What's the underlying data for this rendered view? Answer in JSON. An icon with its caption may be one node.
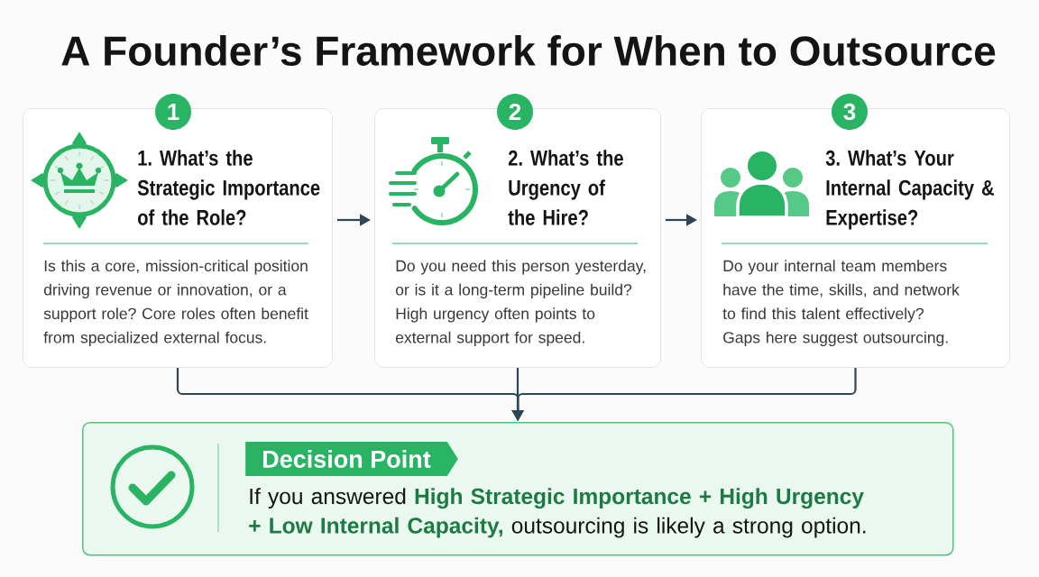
{
  "diagram": {
    "title": "A Founder’s Framework for When to Outsource",
    "nodes": [
      {
        "text": [
          "1"
        ]
      },
      {
        "text": [
          "1. What’s the Strategic Importance of the Role?",
          "Is this a core, mission-critical position driving revenue or innovation, or a support role? Core roles often benefit from specialized external focus."
        ]
      },
      {
        "text": [
          "2"
        ]
      },
      {
        "text": [
          "2. What’s the Urgency of the Hire?",
          "Do you need this person yesterday, or is it a long-term pipeline build? High urgency often points to external support for speed."
        ]
      },
      {
        "text": [
          "3"
        ]
      },
      {
        "text": [
          "3. What’s Your Internal Capacity & Expertise?",
          "Do your internal team members have the time, skills, and network to find this talent effectively? Gaps here suggest outsourcing."
        ]
      },
      {
        "text": [
          "If you answered **High Strategic Importance + High Urgency + Low Internal Capacity,** outsourcing is likely a strong option."
        ]
      },
      {
        "text": [
          "Decision Point"
        ],
        "in": 6
      }
    ],
    "edges": [
      {
        "from": 1,
        "to": 3,
        "arrow": "to"
      },
      {
        "from": 3,
        "to": 5,
        "arrow": "to"
      },
      {
        "from": 1,
        "to": 6,
        "arrow": "to"
      },
      {
        "from": 3,
        "to": 6,
        "arrow": "to"
      },
      {
        "from": 5,
        "to": 6,
        "arrow": "to"
      }
    ]
  }
}
